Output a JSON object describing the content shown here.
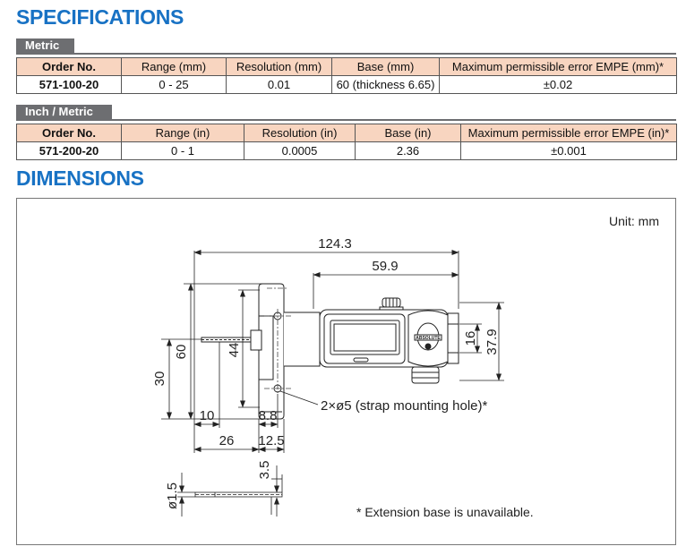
{
  "specifications": {
    "title": "SPECIFICATIONS",
    "metric": {
      "tab": "Metric",
      "headers": [
        "Order No.",
        "Range (mm)",
        "Resolution (mm)",
        "Base (mm)",
        "Maximum permissible error EMPE (mm)*"
      ],
      "row": [
        "571-100-20",
        "0 - 25",
        "0.01",
        "60 (thickness 6.65)",
        "±0.02"
      ]
    },
    "inch": {
      "tab": "Inch / Metric",
      "headers": [
        "Order No.",
        "Range (in)",
        "Resolution (in)",
        "Base (in)",
        "Maximum permissible error EMPE (in)*"
      ],
      "row": [
        "571-200-20",
        "0 - 1",
        "0.0005",
        "2.36",
        "±0.001"
      ]
    }
  },
  "dimensions": {
    "title": "DIMENSIONS",
    "unit": "Unit: mm",
    "labels": {
      "overall_length": "124.3",
      "body_length": "59.9",
      "base_height": "60",
      "hole_spacing": "44",
      "rod_height": "30",
      "display_height": "16",
      "body_height": "37.9",
      "rod_extension": "10",
      "hole_offset": "8.8",
      "base_offset": "26",
      "base_width": "12.5",
      "rod_diameter": "ø1.5",
      "tip_length": "3.5",
      "strap_note": "2×ø5 (strap mounting hole)*",
      "brand_top": "ABSOLUTE",
      "footnote": "* Extension base is unavailable."
    }
  }
}
